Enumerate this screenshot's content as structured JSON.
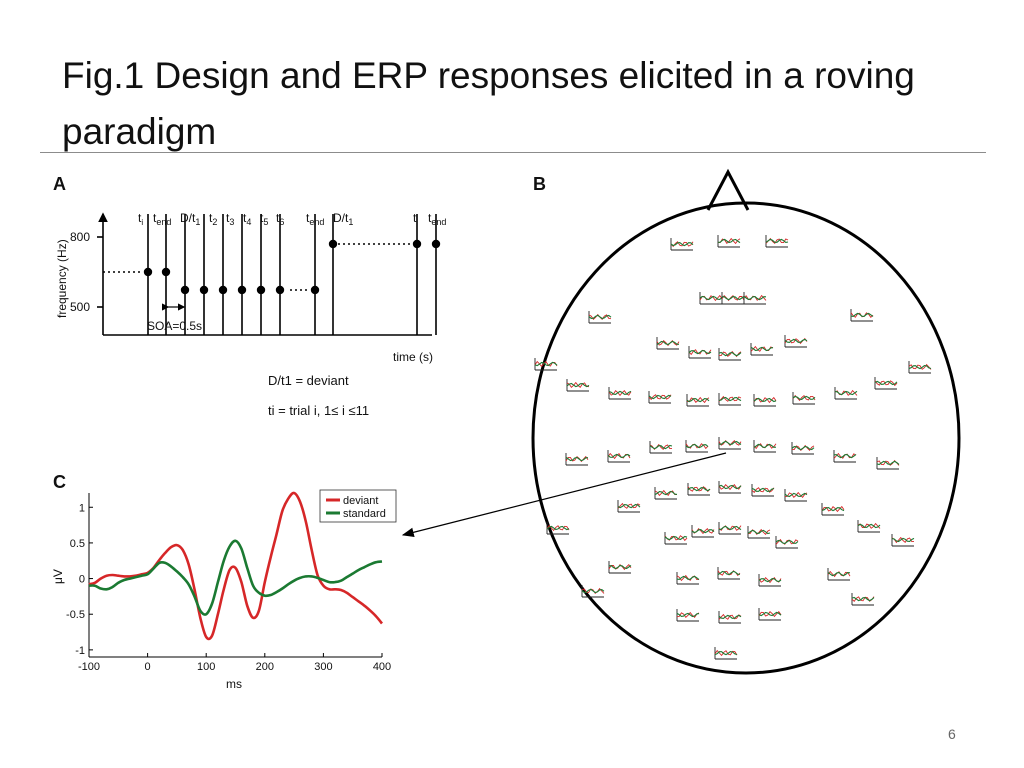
{
  "slide": {
    "title": "Fig.1 Design and ERP responses elicited in a roving paradigm",
    "page_number": "6"
  },
  "panel_a": {
    "letter": "A",
    "ylabel": "frequency (Hz)",
    "xlabel": "time (s)",
    "ytick_high": "800",
    "ytick_low": "500",
    "soa_label": "SOA=0.5s",
    "legend_deviant": "D/t1 = deviant",
    "legend_trial": "ti = trial i, 1≤ i ≤11",
    "top_labels": {
      "t_i": "t",
      "t_i_sub": "i",
      "t_end": "t",
      "t_end_sub": "end",
      "d": "D/t",
      "d_sub": "1",
      "t2": "t",
      "t2_sub": "2",
      "t3": "t",
      "t3_sub": "3",
      "t4": "t",
      "t4_sub": "4",
      "t5": "t",
      "t5_sub": "5",
      "t6": "t",
      "t6_sub": "6",
      "t_end2": "t",
      "t_end2_sub": "end",
      "d2": "D/t",
      "d2_sub": "1",
      "t_i2": "t",
      "t_i2_sub": "i",
      "t_end3": "t",
      "t_end3_sub": "end"
    },
    "tones": [
      {
        "level": 0.55,
        "dotted_before": true
      },
      {
        "level": 0.55
      },
      {
        "level": 0.2
      },
      {
        "level": 0.2
      },
      {
        "level": 0.2
      },
      {
        "level": 0.2
      },
      {
        "level": 0.2
      },
      {
        "level": 0.2
      },
      {
        "level": 0.2,
        "dotted_before": true
      },
      {
        "level": 0.88,
        "dotted_after": true
      },
      {
        "level": 0.88
      },
      {
        "level": 0.88
      }
    ]
  },
  "panel_b": {
    "letter": "B"
  },
  "panel_c": {
    "letter": "C",
    "xlabel": "ms",
    "ylabel": "μV",
    "x_ticks": [
      "-100",
      "0",
      "100",
      "200",
      "300",
      "400"
    ],
    "y_ticks": [
      "1",
      "0.5",
      "0",
      "-0.5",
      "-1"
    ],
    "legend": [
      "deviant",
      "standard"
    ]
  },
  "chart_data": {
    "type": "line",
    "title": "",
    "xlabel": "ms",
    "ylabel": "μV",
    "xlim": [
      -100,
      400
    ],
    "ylim": [
      -1.1,
      1.2
    ],
    "legend_position": "top-right",
    "x": [
      -100,
      -90,
      -80,
      -70,
      -60,
      -50,
      -40,
      -30,
      -20,
      -10,
      0,
      10,
      20,
      30,
      40,
      50,
      60,
      70,
      80,
      90,
      100,
      110,
      120,
      130,
      140,
      150,
      160,
      170,
      180,
      190,
      200,
      210,
      220,
      230,
      240,
      250,
      260,
      270,
      280,
      290,
      300,
      310,
      320,
      330,
      340,
      350,
      360,
      370,
      380,
      390,
      400
    ],
    "series": [
      {
        "name": "deviant",
        "color": "#d62728",
        "values": [
          -0.08,
          -0.06,
          0.0,
          0.04,
          0.05,
          0.04,
          0.03,
          0.03,
          0.04,
          0.06,
          0.08,
          0.15,
          0.26,
          0.36,
          0.44,
          0.47,
          0.4,
          0.2,
          -0.15,
          -0.55,
          -0.82,
          -0.8,
          -0.5,
          -0.15,
          0.12,
          0.15,
          -0.05,
          -0.38,
          -0.55,
          -0.45,
          -0.05,
          0.3,
          0.62,
          0.95,
          1.12,
          1.2,
          1.08,
          0.8,
          0.4,
          0.05,
          -0.1,
          -0.15,
          -0.15,
          -0.16,
          -0.2,
          -0.26,
          -0.32,
          -0.38,
          -0.45,
          -0.53,
          -0.63
        ]
      },
      {
        "name": "standard",
        "color": "#1b7a32",
        "values": [
          -0.1,
          -0.1,
          -0.14,
          -0.15,
          -0.12,
          -0.06,
          -0.02,
          0.0,
          0.02,
          0.04,
          0.06,
          0.14,
          0.22,
          0.22,
          0.17,
          0.1,
          0.02,
          -0.08,
          -0.25,
          -0.45,
          -0.5,
          -0.35,
          -0.05,
          0.25,
          0.45,
          0.53,
          0.42,
          0.15,
          -0.1,
          -0.2,
          -0.24,
          -0.23,
          -0.19,
          -0.14,
          -0.08,
          -0.03,
          0.01,
          0.03,
          0.03,
          0.01,
          -0.02,
          -0.05,
          -0.05,
          -0.03,
          0.02,
          0.07,
          0.12,
          0.16,
          0.2,
          0.23,
          0.24
        ]
      }
    ]
  }
}
